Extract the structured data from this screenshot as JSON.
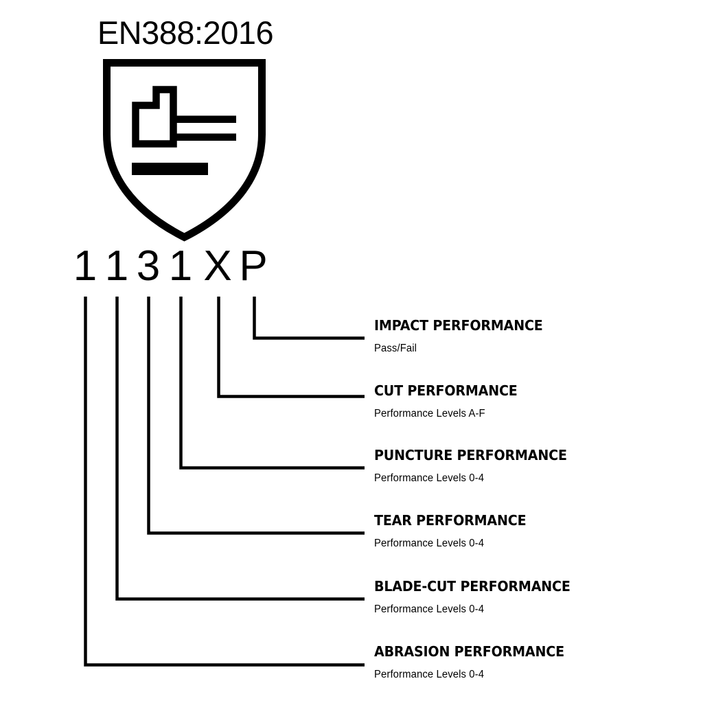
{
  "standard": {
    "title": "EN388:2016",
    "pictogram_name": "mechanical-hazard-shield"
  },
  "performance_code": {
    "full": "1131XP",
    "characters": [
      {
        "value": "1",
        "category": "abrasion"
      },
      {
        "value": "1",
        "category": "blade-cut"
      },
      {
        "value": "3",
        "category": "tear"
      },
      {
        "value": "1",
        "category": "puncture"
      },
      {
        "value": "X",
        "category": "cut"
      },
      {
        "value": "P",
        "category": "impact"
      }
    ]
  },
  "legend": [
    {
      "key": "impact",
      "title": "IMPACT PERFORMANCE",
      "subtitle": "Pass/Fail"
    },
    {
      "key": "cut",
      "title": "CUT PERFORMANCE",
      "subtitle": "Performance Levels A-F"
    },
    {
      "key": "puncture",
      "title": "PUNCTURE PERFORMANCE",
      "subtitle": "Performance Levels 0-4"
    },
    {
      "key": "tear",
      "title": "TEAR PERFORMANCE",
      "subtitle": "Performance Levels 0-4"
    },
    {
      "key": "blade_cut",
      "title": "BLADE-CUT PERFORMANCE",
      "subtitle": "Performance Levels 0-4"
    },
    {
      "key": "abrasion",
      "title": "ABRASION PERFORMANCE",
      "subtitle": "Performance Levels 0-4"
    }
  ],
  "colors": {
    "ink": "#000000",
    "background": "#ffffff"
  }
}
